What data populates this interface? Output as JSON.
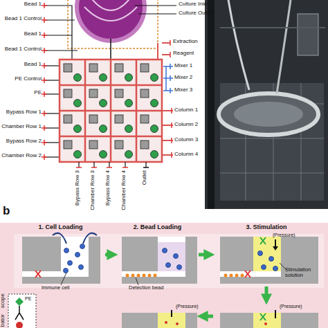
{
  "diagram": {
    "nodes": [
      {
        "text": [
          "1. Cell Loading"
        ]
      },
      {
        "text": [
          "2. Bead Loading"
        ]
      },
      {
        "text": [
          "3. Stimulation",
          "(Pressure)"
        ]
      },
      {
        "text": [
          "(Pressure)"
        ]
      },
      {
        "text": [
          "(Pressure)"
        ]
      }
    ],
    "edges": [
      {
        "from": 0,
        "to": 1,
        "arrow": "to"
      },
      {
        "from": 1,
        "to": 2,
        "arrow": "to"
      },
      {
        "from": 2,
        "to": 4,
        "arrow": "to"
      },
      {
        "from": 4,
        "to": 3,
        "arrow": "to"
      }
    ],
    "labels": [
      "Bead 1",
      "Bead 1 Control",
      "Bead 1",
      "Bead 1 Control",
      "Bead 1",
      "PE Control",
      "PE",
      "Bypass Row 1",
      "Chamber Row 1",
      "Bypass Row 2",
      "Chamber Row 2",
      "Culture Inlet",
      "Culture Outlet",
      "Extraction",
      "Reagent",
      "Mixer 1",
      "Mixer 2",
      "Mixer 3",
      "Column 1",
      "Column 2",
      "Column 3",
      "Column 4",
      "Bypass Row 3",
      "Chamber Row 3",
      "Bypass Row 4",
      "Chamber Row 4",
      "Outlet",
      "b",
      "Immune cell",
      "Detection bead",
      "Stimulation solution",
      "PE",
      "scope",
      "bator"
    ]
  }
}
